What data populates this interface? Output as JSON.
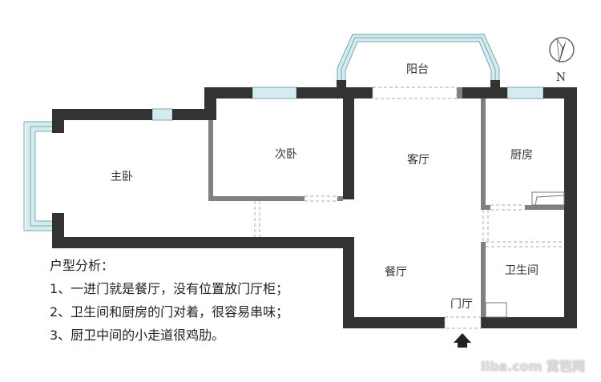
{
  "rooms": {
    "balcony": "阳台",
    "living_room": "客厅",
    "kitchen": "厨房",
    "master_bedroom": "主卧",
    "second_bedroom": "次卧",
    "dining_room": "餐厅",
    "bathroom": "卫生间",
    "entrance": "门厅"
  },
  "compass": {
    "label": "N"
  },
  "analysis": {
    "title": "户型分析：",
    "points": [
      "1、一进门就是餐厅，没有位置放门厅柜；",
      "2、卫生间和厨房的门对着，很容易串味；",
      "3、厨卫中间的小走道很鸡肋。"
    ]
  },
  "watermark": "liba.com 篱笆网",
  "colors": {
    "wall": "#333333",
    "inner_wall": "#808080",
    "window": "#d4ecf0"
  }
}
